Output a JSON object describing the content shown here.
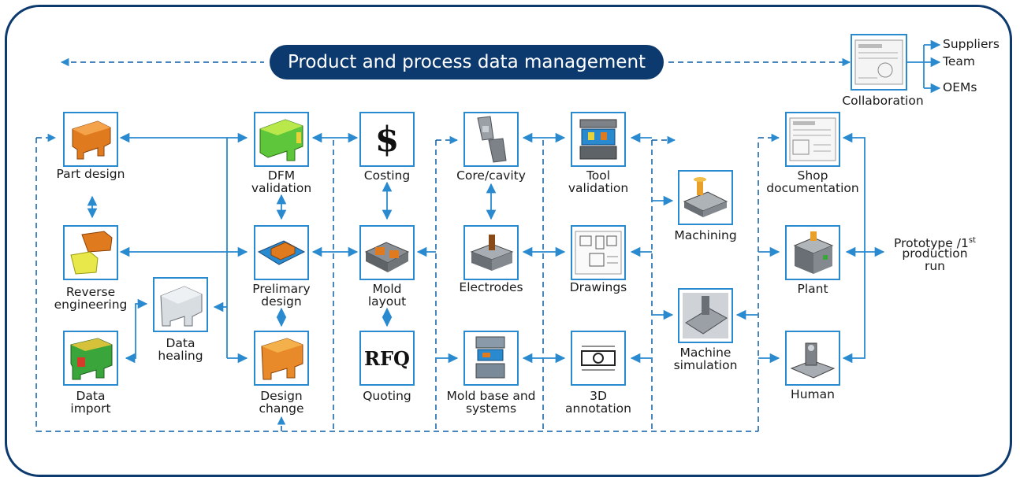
{
  "header": {
    "banner": "Product and process data management"
  },
  "collaboration": {
    "label": "Collaboration",
    "targets": [
      "Suppliers",
      "Team",
      "OEMs"
    ]
  },
  "nodes": {
    "part_design": "Part design",
    "reverse_engineering_1": "Reverse",
    "reverse_engineering_2": "engineering",
    "data_import_1": "Data",
    "data_import_2": "import",
    "data_healing_1": "Data",
    "data_healing_2": "healing",
    "dfm_1": "DFM",
    "dfm_2": "validation",
    "prelim_1": "Prelimary",
    "prelim_2": "design",
    "design_change_1": "Design",
    "design_change_2": "change",
    "costing": "Costing",
    "mold_layout_1": "Mold",
    "mold_layout_2": "layout",
    "quoting": "Quoting",
    "core_cavity": "Core/cavity",
    "electrodes": "Electrodes",
    "mold_base_1": "Mold base and",
    "mold_base_2": "systems",
    "tool_validation_1": "Tool",
    "tool_validation_2": "validation",
    "drawings": "Drawings",
    "annotation_1": "3D",
    "annotation_2": "annotation",
    "machining": "Machining",
    "machine_sim_1": "Machine",
    "machine_sim_2": "simulation",
    "shop_doc_1": "Shop",
    "shop_doc_2": "documentation",
    "plant": "Plant",
    "human": "Human"
  },
  "glyphs": {
    "costing": "$",
    "quoting": "RFQ"
  },
  "output": {
    "line1": "Prototype /1",
    "sup": "st",
    "line2": "production",
    "line3": "run"
  },
  "colors": {
    "frame": "#0d3a6e",
    "arrow": "#2a8ad0",
    "dashed": "#0d5fa8"
  }
}
